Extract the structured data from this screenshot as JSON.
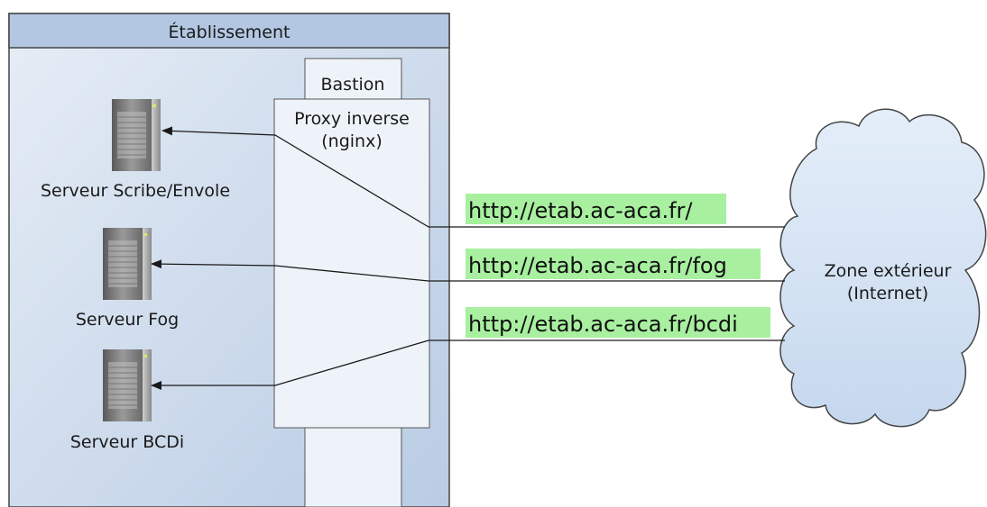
{
  "establishment": {
    "title": "Établissement"
  },
  "bastion": {
    "title": "Bastion"
  },
  "proxy": {
    "line1": "Proxy inverse",
    "line2": "(nginx)"
  },
  "servers": [
    {
      "label": "Serveur Scribe/Envole",
      "icon": "server-icon"
    },
    {
      "label": "Serveur Fog",
      "icon": "server-icon"
    },
    {
      "label": "Serveur BCDi",
      "icon": "server-icon"
    }
  ],
  "urls": [
    "http://etab.ac-aca.fr/",
    "http://etab.ac-aca.fr/fog",
    "http://etab.ac-aca.fr/bcdi"
  ],
  "cloud": {
    "line1": "Zone extérieur",
    "line2": "(Internet)"
  },
  "colors": {
    "zone_fill": "#c9d7ea",
    "zone_header": "#b5c9e3",
    "panel_fill": "#eef3f9",
    "url_highlight": "#a8f0a0",
    "cloud_fill": "#d6e4f4",
    "line": "#1a1a1a"
  }
}
